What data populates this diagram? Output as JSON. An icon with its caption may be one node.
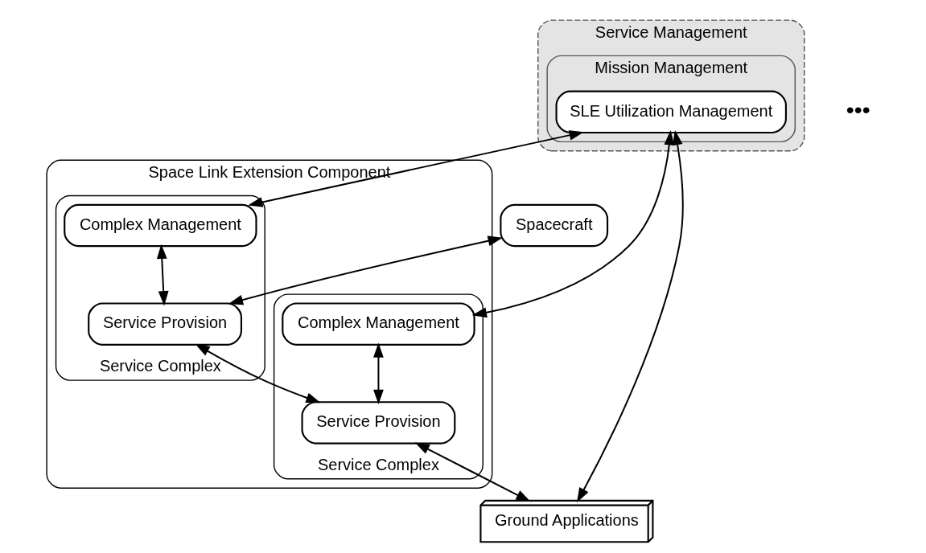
{
  "diagram": {
    "nodes": [
      {
        "text": [
          "Space Link Extension Component"
        ]
      },
      {
        "text": [
          "Service Management"
        ]
      },
      {
        "text": [
          "Mission Management"
        ],
        "in": 1
      },
      {
        "text": [
          "SLE Utilization Management"
        ],
        "in": 2
      },
      {
        "text": [
          "Service Complex"
        ],
        "in": 0
      },
      {
        "text": [
          "Complex Management"
        ],
        "in": 4
      },
      {
        "text": [
          "Service Provision"
        ],
        "in": 4
      },
      {
        "text": [
          "Service Complex"
        ],
        "in": 0
      },
      {
        "text": [
          "Complex Management"
        ],
        "in": 7
      },
      {
        "text": [
          "Service Provision"
        ],
        "in": 7
      },
      {
        "text": [
          "Spacecraft"
        ]
      },
      {
        "text": [
          "Ground Applications"
        ]
      }
    ],
    "edges": [
      {
        "from": 3,
        "to": 5,
        "arrow": "both"
      },
      {
        "from": 3,
        "to": 8,
        "arrow": "both"
      },
      {
        "from": 5,
        "to": 6,
        "arrow": "both"
      },
      {
        "from": 8,
        "to": 9,
        "arrow": "both"
      },
      {
        "from": 3,
        "to": 11,
        "arrow": "both"
      },
      {
        "from": 10,
        "to": 6,
        "arrow": "both"
      },
      {
        "from": 6,
        "to": 9,
        "arrow": "both"
      },
      {
        "from": 9,
        "to": 11,
        "arrow": "both"
      }
    ],
    "labels": [
      "•••"
    ]
  }
}
